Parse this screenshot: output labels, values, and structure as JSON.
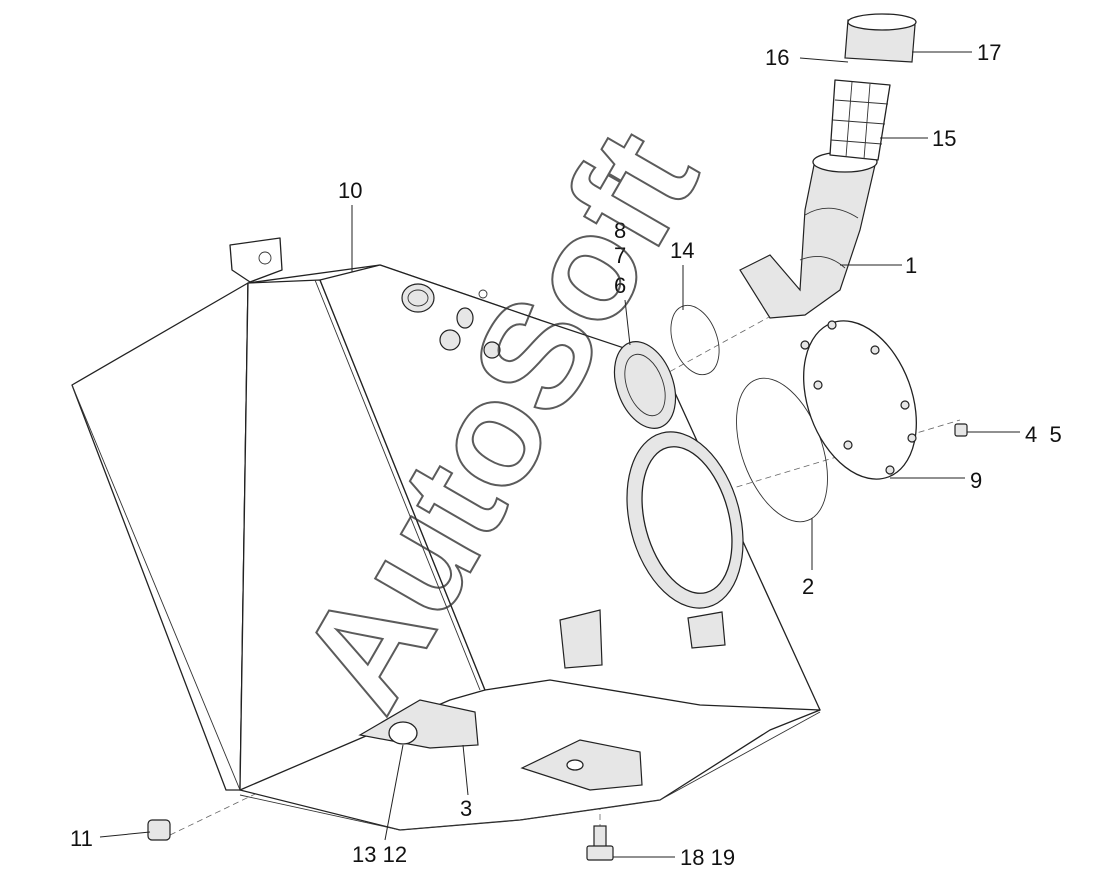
{
  "diagram": {
    "watermark": "AutoSoft",
    "labels": {
      "l1": "1",
      "l2": "2",
      "l3": "3",
      "l45": "4  5",
      "l678": [
        "8",
        "7",
        "6"
      ],
      "l9": "9",
      "l10": "10",
      "l11": "11",
      "l1312": "13 12",
      "l14": "14",
      "l15": "15",
      "l16": "16",
      "l17": "17",
      "l1819": "18 19"
    }
  }
}
